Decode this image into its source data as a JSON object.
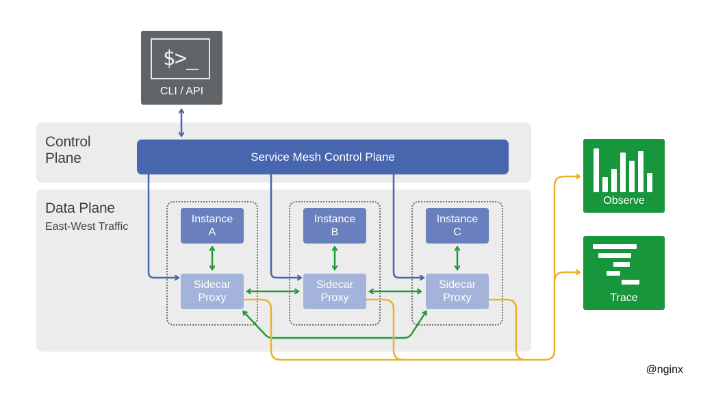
{
  "cli": {
    "prompt": "$>_",
    "label": "CLI / API"
  },
  "control_plane": {
    "title_line1": "Control",
    "title_line2": "Plane",
    "bar_label": "Service Mesh Control Plane"
  },
  "data_plane": {
    "title": "Data Plane",
    "subtitle": "East-West Traffic",
    "pods": [
      {
        "instance_line1": "Instance",
        "instance_line2": "A",
        "sidecar_line1": "Sidecar",
        "sidecar_line2": "Proxy"
      },
      {
        "instance_line1": "Instance",
        "instance_line2": "B",
        "sidecar_line1": "Sidecar",
        "sidecar_line2": "Proxy"
      },
      {
        "instance_line1": "Instance",
        "instance_line2": "C",
        "sidecar_line1": "Sidecar",
        "sidecar_line2": "Proxy"
      }
    ]
  },
  "tools": {
    "observe_label": "Observe",
    "trace_label": "Trace"
  },
  "watermark": "@nginx",
  "colors": {
    "control_blue": "#4766ae",
    "instance_blue": "#6a7fbe",
    "sidecar_blue": "#a3b3d9",
    "green_link": "#1e9a3b",
    "yellow_telemetry": "#e8b22a",
    "tool_green": "#18963c",
    "panel_gray": "#ececec"
  }
}
